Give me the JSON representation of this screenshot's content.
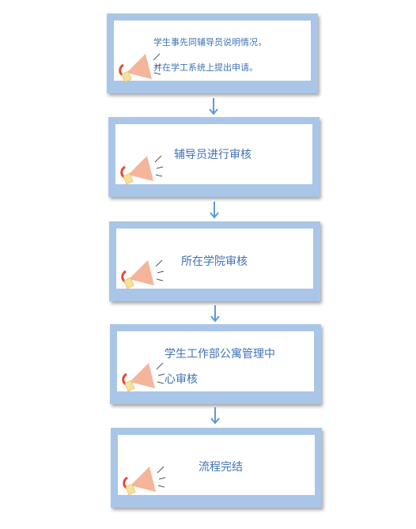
{
  "steps": [
    {
      "lines": [
        "学生事先同辅导员说明情况，",
        "并在学工系统上提出申请。"
      ]
    },
    {
      "lines": [
        "辅导员进行审核"
      ]
    },
    {
      "lines": [
        "所在学院审核"
      ]
    },
    {
      "lines": [
        "学生工作部公寓管理中",
        "心审核"
      ]
    },
    {
      "lines": [
        "流程完结"
      ]
    }
  ],
  "colors": {
    "frame": "#a9c6e8",
    "text": "#3f72b6",
    "arrow": "#5b9bd5",
    "megaphone": "#f4b59a",
    "handle": "#e64a2e",
    "mouth": "#f9e09a"
  }
}
